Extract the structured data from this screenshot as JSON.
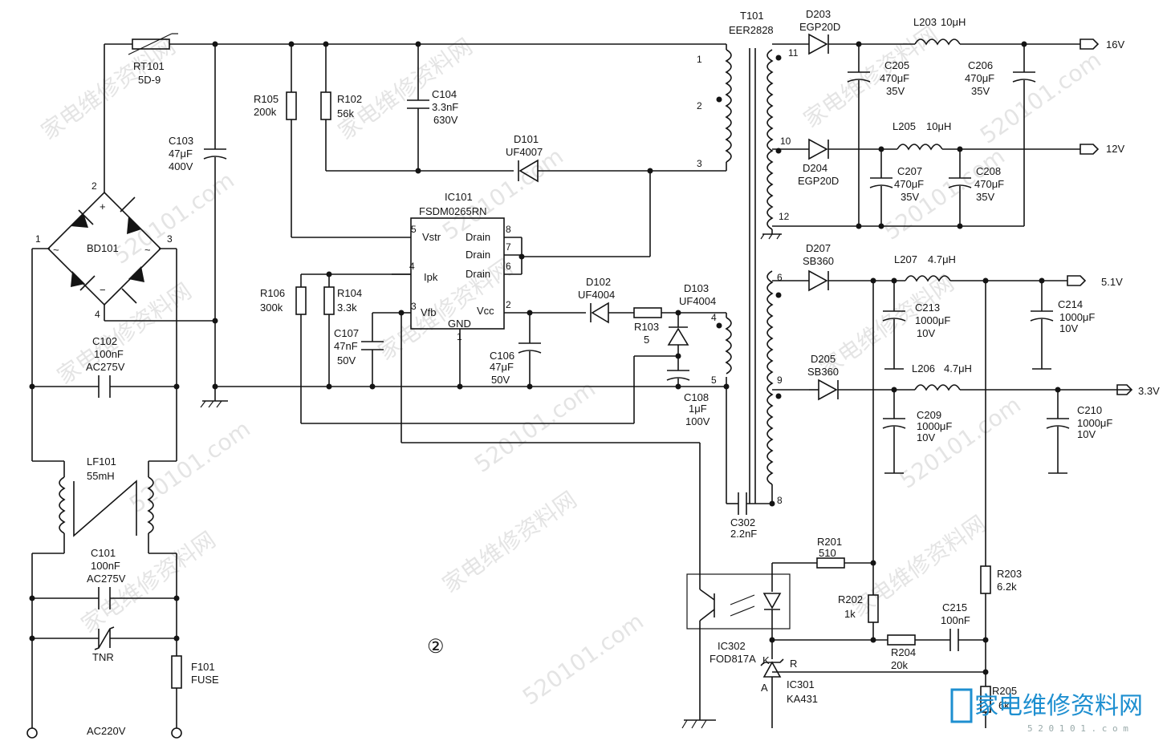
{
  "figure_number": "②",
  "components": [
    {
      "id": "rt101",
      "name": "RT101",
      "value": "5D-9"
    },
    {
      "id": "c103",
      "name": "C103",
      "value": "47μF",
      "rating": "400V"
    },
    {
      "id": "bd101",
      "name": "BD101"
    },
    {
      "id": "c102",
      "name": "C102",
      "value": "100nF",
      "rating": "AC275V"
    },
    {
      "id": "lf101",
      "name": "LF101",
      "value": "55mH"
    },
    {
      "id": "c101",
      "name": "C101",
      "value": "100nF",
      "rating": "AC275V"
    },
    {
      "id": "tnr",
      "name": "TNR"
    },
    {
      "id": "f101",
      "name": "F101",
      "value": "FUSE"
    },
    {
      "id": "r105",
      "name": "R105",
      "value": "200k"
    },
    {
      "id": "r102",
      "name": "R102",
      "value": "56k"
    },
    {
      "id": "c104",
      "name": "C104",
      "value": "3.3nF",
      "rating": "630V"
    },
    {
      "id": "d101",
      "name": "D101",
      "value": "UF4007"
    },
    {
      "id": "ic101",
      "name": "IC101",
      "value": "FSDM0265RN"
    },
    {
      "id": "r106",
      "name": "R106",
      "value": "300k"
    },
    {
      "id": "r104",
      "name": "R104",
      "value": "3.3k"
    },
    {
      "id": "c107",
      "name": "C107",
      "value": "47nF",
      "rating": "50V"
    },
    {
      "id": "c106",
      "name": "C106",
      "value": "47μF",
      "rating": "50V"
    },
    {
      "id": "d102",
      "name": "D102",
      "value": "UF4004"
    },
    {
      "id": "r103",
      "name": "R103",
      "value": "5"
    },
    {
      "id": "d103",
      "name": "D103",
      "value": "UF4004"
    },
    {
      "id": "c108",
      "name": "C108",
      "value": "1μF",
      "rating": "100V"
    },
    {
      "id": "t101",
      "name": "T101",
      "value": "EER2828"
    },
    {
      "id": "c302",
      "name": "C302",
      "value": "2.2nF"
    },
    {
      "id": "d203",
      "name": "D203",
      "value": "EGP20D"
    },
    {
      "id": "l203",
      "name": "L203",
      "value": "10μH"
    },
    {
      "id": "c205",
      "name": "C205",
      "value": "470μF",
      "rating": "35V"
    },
    {
      "id": "c206",
      "name": "C206",
      "value": "470μF",
      "rating": "35V"
    },
    {
      "id": "d204",
      "name": "D204",
      "value": "EGP20D"
    },
    {
      "id": "l205",
      "name": "L205",
      "value": "10μH"
    },
    {
      "id": "c207",
      "name": "C207",
      "value": "470μF",
      "rating": "35V"
    },
    {
      "id": "c208",
      "name": "C208",
      "value": "470μF",
      "rating": "35V"
    },
    {
      "id": "d207",
      "name": "D207",
      "value": "SB360"
    },
    {
      "id": "l207",
      "name": "L207",
      "value": "4.7μH"
    },
    {
      "id": "c213",
      "name": "C213",
      "value": "1000μF",
      "rating": "10V"
    },
    {
      "id": "c214",
      "name": "C214",
      "value": "1000μF",
      "rating": "10V"
    },
    {
      "id": "d205",
      "name": "D205",
      "value": "SB360"
    },
    {
      "id": "l206",
      "name": "L206",
      "value": "4.7μH"
    },
    {
      "id": "c209",
      "name": "C209",
      "value": "1000μF",
      "rating": "10V"
    },
    {
      "id": "c210",
      "name": "C210",
      "value": "1000μF",
      "rating": "10V"
    },
    {
      "id": "r201",
      "name": "R201",
      "value": "510"
    },
    {
      "id": "r202",
      "name": "R202",
      "value": "1k"
    },
    {
      "id": "r203",
      "name": "R203",
      "value": "6.2k"
    },
    {
      "id": "c215",
      "name": "C215",
      "value": "100nF"
    },
    {
      "id": "r204",
      "name": "R204",
      "value": "20k"
    },
    {
      "id": "r205",
      "name": "R205",
      "value": "6k"
    },
    {
      "id": "ic302",
      "name": "IC302",
      "value": "FOD817A"
    },
    {
      "id": "ic301",
      "name": "IC301",
      "value": "KA431"
    }
  ],
  "ic101_pins": {
    "vstr": "Vstr",
    "drain": "Drain",
    "ipk": "Ipk",
    "vfb": "Vfb",
    "vcc": "Vcc",
    "gnd": "GND",
    "n1": "1",
    "n2": "2",
    "n3": "3",
    "n4": "4",
    "n5": "5",
    "n6": "6",
    "n7": "7",
    "n8": "8"
  },
  "bridge_pins": {
    "p1": "1",
    "p2": "2",
    "p3": "3",
    "p4": "4",
    "plus": "+",
    "minus": "−",
    "ac1": "~",
    "ac2": "~"
  },
  "transformer_pins": {
    "p1": "1",
    "p2": "2",
    "p3": "3",
    "p4": "4",
    "p5": "5",
    "p6": "6",
    "p8": "8",
    "p9": "9",
    "p10": "10",
    "p11": "11",
    "p12": "12"
  },
  "tl431_pins": {
    "k": "K",
    "r": "R",
    "a": "A"
  },
  "outputs": {
    "v16": "16V",
    "v12": "12V",
    "v51": "5.1V",
    "v33": "3.3V"
  },
  "mains": {
    "label": "AC220V"
  },
  "watermarks": {
    "cn": "家电维修资料网",
    "url": "520101.com"
  },
  "logo": {
    "cn": "家电维修资料网",
    "url": "5 2 0 1 0 1 . c o m"
  }
}
